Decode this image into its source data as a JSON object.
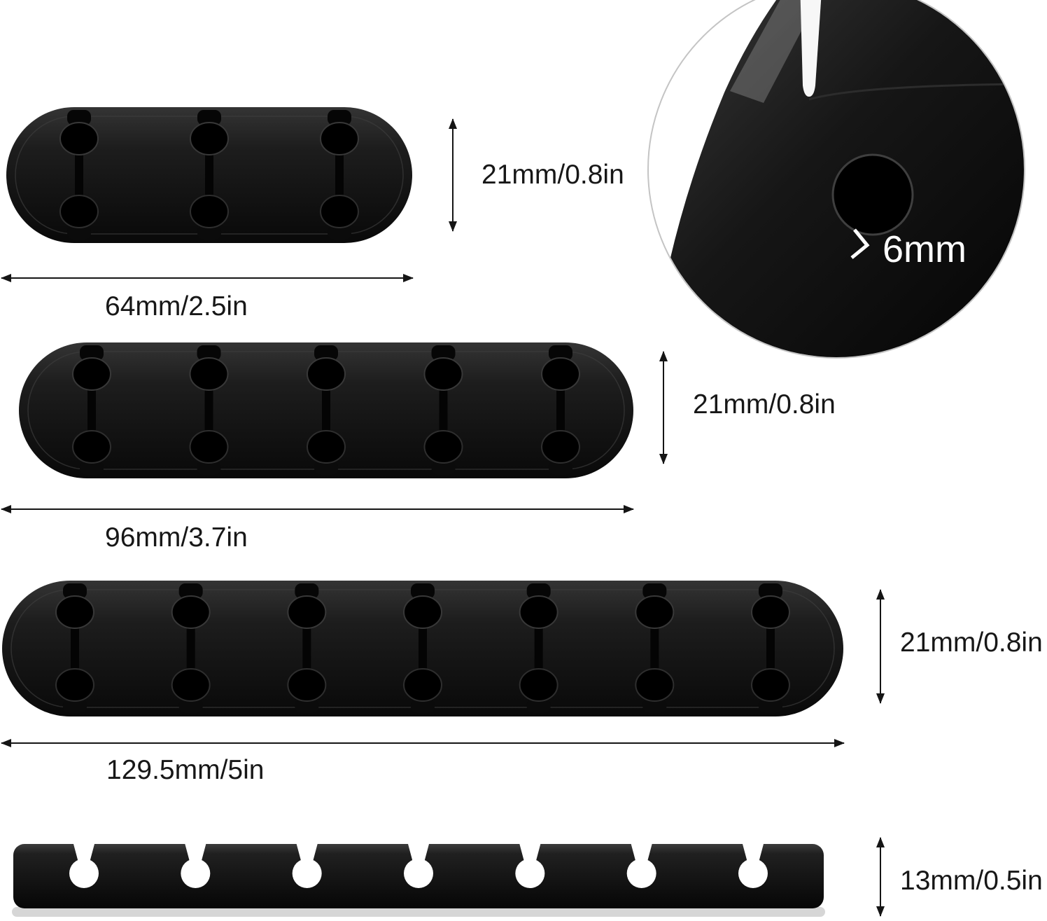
{
  "figure": {
    "background": "#ffffff",
    "clip_color": "#141414",
    "arrow_color": "#151515"
  },
  "clips": [
    {
      "slots": 3,
      "height_label": "21mm/0.8in",
      "width_label": "64mm/2.5in"
    },
    {
      "slots": 5,
      "height_label": "21mm/0.8in",
      "width_label": "96mm/3.7in"
    },
    {
      "slots": 7,
      "height_label": "21mm/0.8in",
      "width_label": "129.5mm/5in"
    }
  ],
  "side_view": {
    "slots": 7,
    "height_label": "13mm/0.5in"
  },
  "inset": {
    "hole_label": "6mm"
  }
}
